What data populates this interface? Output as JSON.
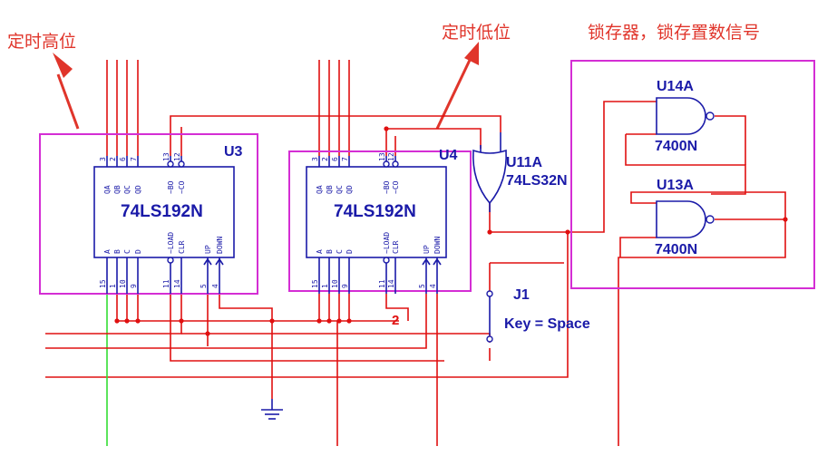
{
  "annotations": {
    "high_digit": "定时高位",
    "low_digit": "定时低位",
    "latch": "锁存器，锁存置数信号"
  },
  "u3": {
    "ref": "U3",
    "part": "74LS192N",
    "top_pins": [
      "QA",
      "QB",
      "QC",
      "QD",
      "~BO",
      "~CO"
    ],
    "top_nums": [
      "3",
      "2",
      "6",
      "7",
      "13",
      "12"
    ],
    "bottom_pins": [
      "A",
      "B",
      "C",
      "D",
      "~LOAD",
      "CLR",
      "UP",
      "DOWN"
    ],
    "bottom_nums": [
      "15",
      "1",
      "10",
      "9",
      "11",
      "14",
      "5",
      "4"
    ]
  },
  "u4": {
    "ref": "U4",
    "part": "74LS192N",
    "top_pins": [
      "QA",
      "QB",
      "QC",
      "QD",
      "~BO",
      "~CO"
    ],
    "top_nums": [
      "3",
      "2",
      "6",
      "7",
      "13",
      "12"
    ],
    "bottom_pins": [
      "A",
      "B",
      "C",
      "D",
      "~LOAD",
      "CLR",
      "UP",
      "DOWN"
    ],
    "bottom_nums": [
      "15",
      "1",
      "10",
      "9",
      "11",
      "14",
      "5",
      "4"
    ]
  },
  "u11a": {
    "ref": "U11A",
    "part": "74LS32N"
  },
  "u14a": {
    "ref": "U14A",
    "part": "7400N"
  },
  "u13a": {
    "ref": "U13A",
    "part": "7400N"
  },
  "j1": {
    "ref": "J1",
    "key": "Key = Space"
  },
  "net_label": "2",
  "colors": {
    "wire": "#e01010",
    "component": "#1a1aa8",
    "selection": "#d42ed4",
    "annotation": "#e0352b",
    "ground_net": "#33dd33"
  }
}
